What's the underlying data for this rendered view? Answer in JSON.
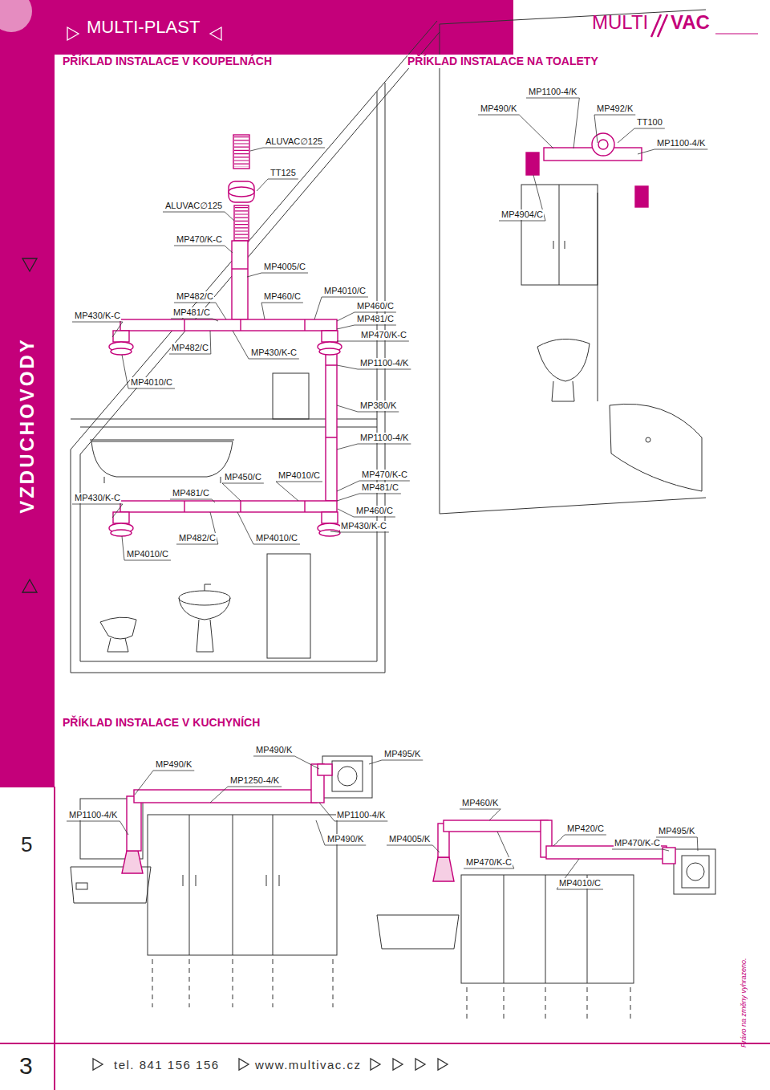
{
  "diagram": {
    "nodes": [
      {
        "text": [
          "MULTI-PLAST"
        ]
      },
      {
        "text": [
          "VZDUCHOVODY"
        ]
      },
      {
        "text": [
          "5"
        ]
      },
      {
        "text": [
          "3"
        ]
      }
    ],
    "labels": [
      "MULTI",
      "VAC",
      "PŘÍKLAD INSTALACE V KOUPELNÁCH",
      "PŘÍKLAD INSTALACE NA TOALETY",
      "MP1100-4/K",
      "MP490/K",
      "MP492/K",
      "TT100",
      "MP1100-4/K",
      "ALUVAC∅125",
      "TT125",
      "ALUVAC∅125",
      "MP4904/C",
      "MP470/K-C",
      "MP4005/C",
      "MP482/C",
      "MP460/C",
      "MP4010/C",
      "MP430/K-C",
      "MP481/C",
      "MP460/C",
      "MP481/C",
      "MP470/K-C",
      "MP482/C",
      "MP430/K-C",
      "MP1100-4/K",
      "MP4010/C",
      "MP380/K",
      "MP1100-4/K",
      "MP450/C",
      "MP4010/C",
      "MP470/K-C",
      "MP481/C",
      "MP481/C",
      "MP430/K-C",
      "MP460/C",
      "MP430/K-C",
      "MP482/C",
      "MP4010/C",
      "MP4010/C",
      "PŘÍKLAD INSTALACE V KUCHYNÍCH",
      "MP490/K",
      "MP495/K",
      "MP490/K",
      "MP1250-4/K",
      "MP460/K",
      "MP1100-4/K",
      "MP1100-4/K",
      "MP420/C",
      "MP495/K",
      "MP490/K",
      "MP4005/K",
      "MP470/K-C",
      "MP470/K-C",
      "MP4010/C",
      "tel. 841 156 156",
      "www.multivac.cz",
      "Právo na změny vyhrazeno."
    ]
  }
}
